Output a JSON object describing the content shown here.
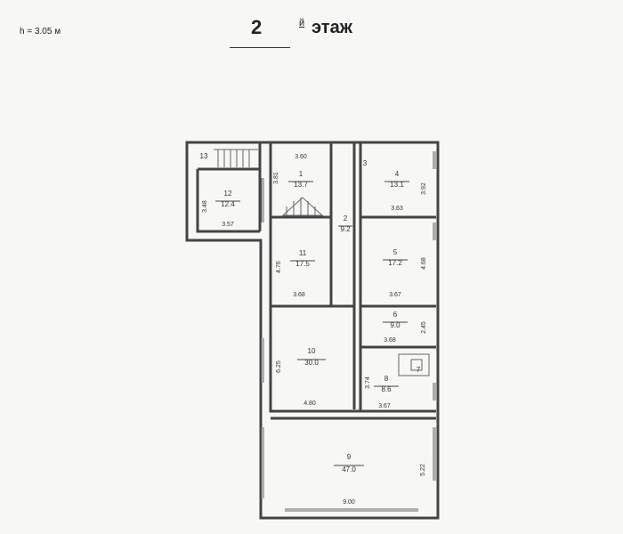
{
  "header": {
    "height_label": "h = 3.05 м",
    "floor_number": "2",
    "floor_suffix": "й",
    "floor_word": "этаж"
  },
  "rooms": [
    {
      "num": "1",
      "area": "13.7",
      "dims": [
        "3.60",
        "3.81"
      ]
    },
    {
      "num": "2",
      "area": "9.2",
      "dims": []
    },
    {
      "num": "3",
      "area": "",
      "dims": []
    },
    {
      "num": "4",
      "area": "13.1",
      "dims": [
        "3.63",
        "3.92"
      ]
    },
    {
      "num": "5",
      "area": "17.2",
      "dims": [
        "3.67",
        "4.68"
      ]
    },
    {
      "num": "6",
      "area": "9.0",
      "dims": [
        "3.68",
        "2.45"
      ]
    },
    {
      "num": "7",
      "area": "",
      "dims": []
    },
    {
      "num": "8",
      "area": "8.6",
      "dims": [
        "3.67",
        "3.74"
      ]
    },
    {
      "num": "9",
      "area": "47.0",
      "dims": [
        "9.00",
        "5.22"
      ]
    },
    {
      "num": "10",
      "area": "30.0",
      "dims": [
        "4.80",
        "6.25"
      ]
    },
    {
      "num": "11",
      "area": "17.5",
      "dims": [
        "3.68",
        "4.76"
      ]
    },
    {
      "num": "12",
      "area": "12.4",
      "dims": [
        "3.57",
        "3.48"
      ]
    },
    {
      "num": "13",
      "area": "",
      "dims": []
    }
  ]
}
